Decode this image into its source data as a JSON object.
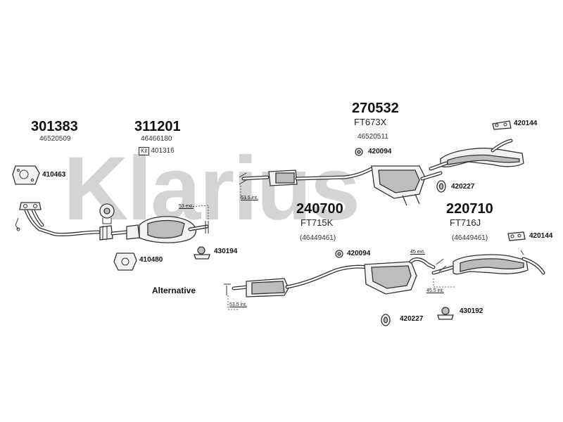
{
  "watermark": {
    "text": "Klarius"
  },
  "assemblies": {
    "front_pipe": {
      "code": "301383",
      "oe": "46520509"
    },
    "catalyst": {
      "code": "311201",
      "oe": "46466180",
      "kit_label": "Kit",
      "kit_code": "401316"
    },
    "centre": {
      "code": "270532",
      "sub": "FT673X",
      "oe": "46520511"
    },
    "middle_alt": {
      "code": "240700",
      "sub": "FT715K",
      "oe": "(46449461)"
    },
    "rear_alt": {
      "code": "220710",
      "sub": "FT716J",
      "oe": "(46449461)"
    }
  },
  "parts": {
    "gasket_top": "410463",
    "gasket_bottom": "410480",
    "rubber_cat": "430194",
    "clamp_centre": "420094",
    "clamp_alt": "420094",
    "rubber_top": "420144",
    "rubber_mid": "420144",
    "ring_top": "420227",
    "ring_bottom": "420227",
    "rubber_rear_alt": "430192"
  },
  "dims": {
    "d53_ext": "53 ext.",
    "d53_5_top": "53.5 int.",
    "d53_5_alt": "53.5 int.",
    "d45_ext": "45 ext.",
    "d45_5_int": "45.5 int."
  },
  "alternative_label": "Alternative"
}
